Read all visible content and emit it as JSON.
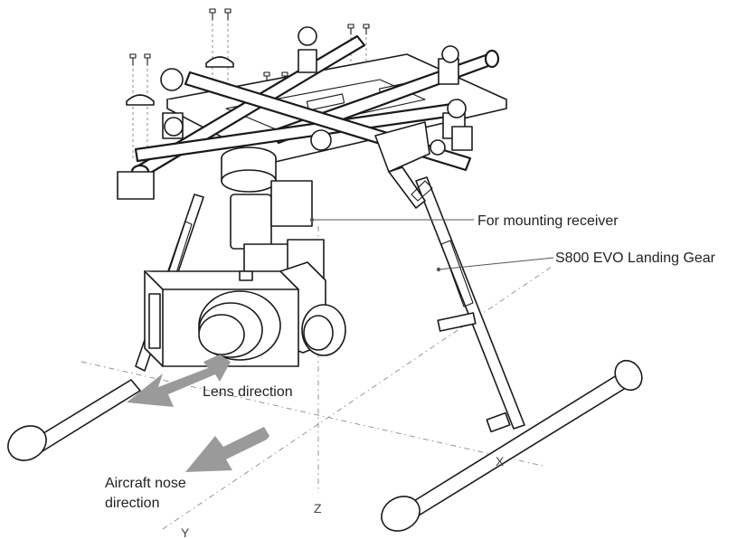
{
  "labels": {
    "receiver": "For mounting receiver",
    "landing_gear": "S800 EVO Landing Gear",
    "lens": "Lens direction",
    "nose_line1": "Aircraft nose",
    "nose_line2": "direction",
    "axis_x": "X",
    "axis_y": "Y",
    "axis_z": "Z"
  },
  "colors": {
    "line": "#1a1a1a",
    "arrow": "#9a9a9a",
    "axis": "#8a8a8a"
  }
}
